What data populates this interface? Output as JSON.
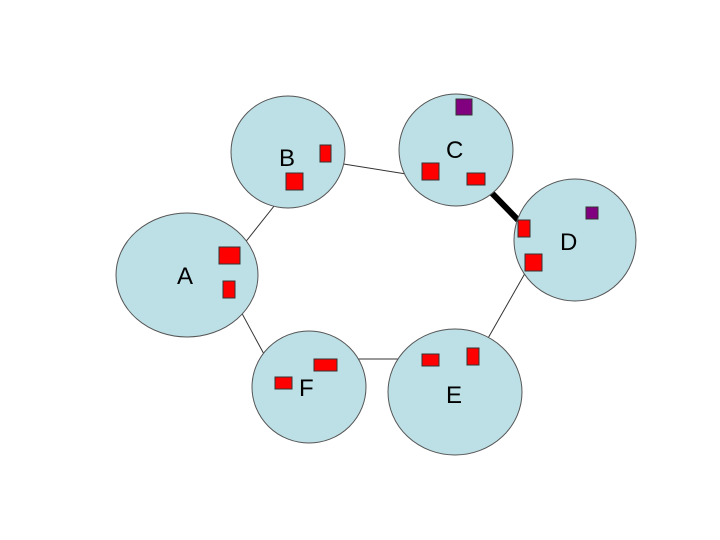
{
  "colors": {
    "node_fill": "#bde0e6",
    "port_fill": "#ff0000",
    "marker_fill": "#800080",
    "link_thin": "#333333",
    "link_thick": "#000000"
  },
  "nodes": [
    {
      "id": "A",
      "label": "A"
    },
    {
      "id": "B",
      "label": "B"
    },
    {
      "id": "C",
      "label": "C"
    },
    {
      "id": "D",
      "label": "D"
    },
    {
      "id": "E",
      "label": "E"
    },
    {
      "id": "F",
      "label": "F"
    }
  ],
  "links": [
    {
      "from": "A",
      "to": "B",
      "style": "thin"
    },
    {
      "from": "B",
      "to": "C",
      "style": "thin"
    },
    {
      "from": "C",
      "to": "D",
      "style": "thick"
    },
    {
      "from": "D",
      "to": "E",
      "style": "thin"
    },
    {
      "from": "E",
      "to": "F",
      "style": "thin"
    },
    {
      "from": "F",
      "to": "A",
      "style": "thin"
    }
  ],
  "markers": [
    {
      "node": "C",
      "icon": "purple-square"
    },
    {
      "node": "D",
      "icon": "purple-square"
    }
  ]
}
